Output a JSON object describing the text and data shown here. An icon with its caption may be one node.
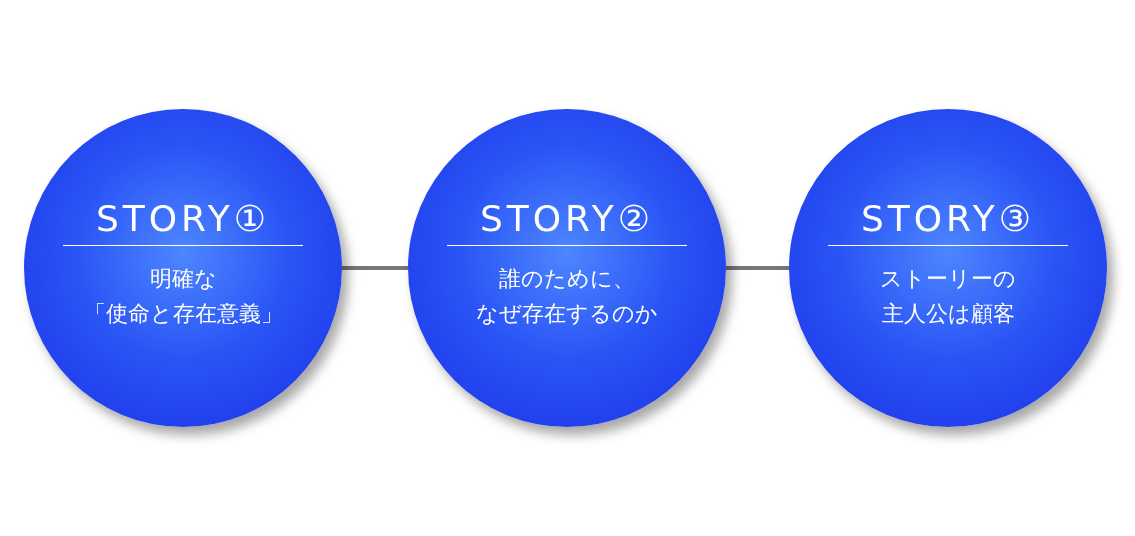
{
  "diagram": {
    "nodes": [
      {
        "text": [
          "STORY①",
          "明確な「使命と存在意義」"
        ]
      },
      {
        "text": [
          "STORY②",
          "誰のために、なぜ存在するのか"
        ]
      },
      {
        "text": [
          "STORY③",
          "ストーリーの主人公は顧客"
        ]
      }
    ],
    "edges": [
      {
        "from": 0,
        "to": 1,
        "arrow": "none"
      },
      {
        "from": 1,
        "to": 2,
        "arrow": "none"
      }
    ]
  }
}
